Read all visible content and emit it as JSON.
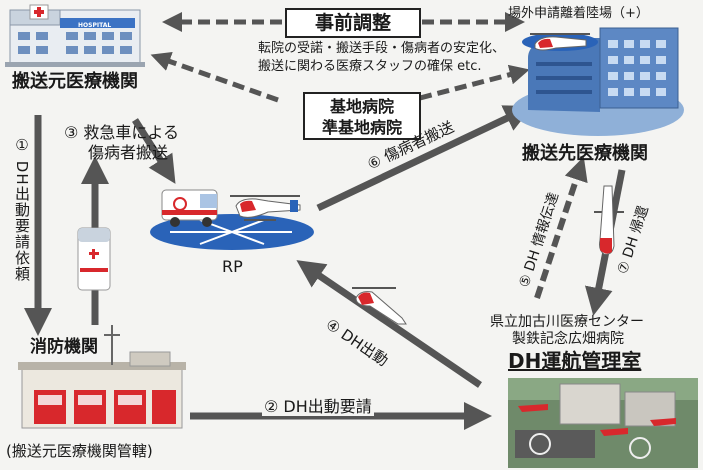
{
  "nodes": {
    "origin_hospital": "搬送元医療機関",
    "fire_dept": "消防機関",
    "fire_dept_note": "(搬送元医療機関管轄)",
    "rp": "RP",
    "dest_hospital": "搬送先医療機関",
    "offsite_heliport": "場外申請離着陸場（+）",
    "dh_center_line1": "県立加古川医療センター",
    "dh_center_line2": "製鉄記念広畑病院",
    "dh_center_title": "DH運航管理室",
    "base_hospital_line1": "基地病院",
    "base_hospital_line2": "準基地病院",
    "hospital_sign": "HOSPITAL"
  },
  "coordination": {
    "title": "事前調整",
    "desc_line1": "転院の受諾・搬送手段・傷病者の安定化、",
    "desc_line2": "搬送に関わる医療スタッフの確保 etc."
  },
  "steps": {
    "s1": "① DH出動要請依頼",
    "s2": "② DH出動要請",
    "s3_line1": "③ 救急車による",
    "s3_line2": "傷病者搬送",
    "s4": "④ DH出動",
    "s5": "⑤ DH 情報伝達",
    "s6": "⑥ 傷病者搬送",
    "s7": "⑦ DH 帰還"
  },
  "colors": {
    "arrow": "#555555",
    "heli_red": "#d8282c",
    "helipad": "#2a63b8",
    "building_blue": "#4a78b8"
  }
}
